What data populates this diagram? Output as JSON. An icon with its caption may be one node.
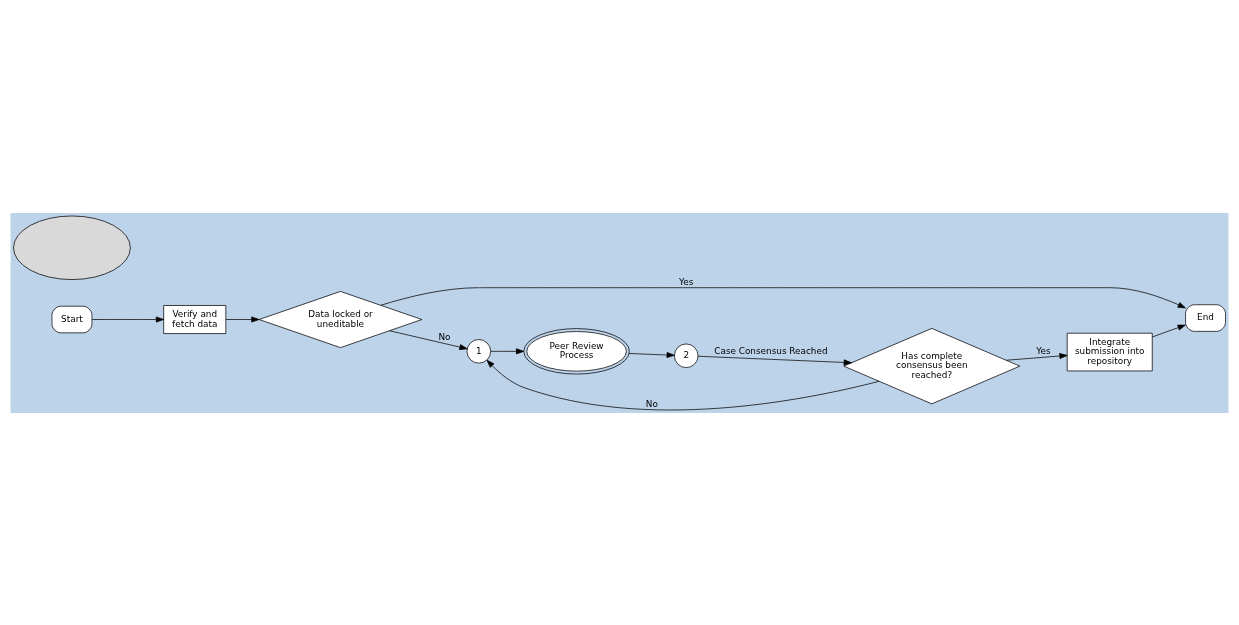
{
  "diagram": {
    "nodes": [
      {
        "text": [
          "Start"
        ]
      },
      {
        "text": [
          "Verify and fetch data"
        ]
      },
      {
        "text": [
          "Data locked or uneditable"
        ]
      },
      {
        "text": [
          "End"
        ]
      },
      {
        "text": [
          "1"
        ]
      },
      {
        "text": [
          "Peer Review Process"
        ]
      },
      {
        "text": [
          "2"
        ]
      },
      {
        "text": [
          "Has complete consensus been reached?"
        ]
      },
      {
        "text": [
          "Integrate submission into repository"
        ]
      },
      {
        "text": [],
        "shape": "cloud"
      }
    ],
    "edges": [
      {
        "from": 0,
        "to": 1,
        "arrow": "to"
      },
      {
        "from": 1,
        "to": 2,
        "arrow": "to"
      },
      {
        "from": 2,
        "to": 3,
        "arrow": "to",
        "label": "Yes"
      },
      {
        "from": 2,
        "to": 4,
        "arrow": "to",
        "label": "No"
      },
      {
        "from": 4,
        "to": 5,
        "arrow": "to"
      },
      {
        "from": 5,
        "to": 6,
        "arrow": "to"
      },
      {
        "from": 7,
        "to": 4,
        "arrow": "to",
        "label": "No"
      },
      {
        "from": 7,
        "to": 8,
        "arrow": "to",
        "label": "Yes"
      },
      {
        "from": 8,
        "to": 3,
        "arrow": "to"
      },
      {
        "from": 6,
        "to": 7,
        "arrow": "to",
        "label": "Case Consensus Reached"
      }
    ]
  }
}
